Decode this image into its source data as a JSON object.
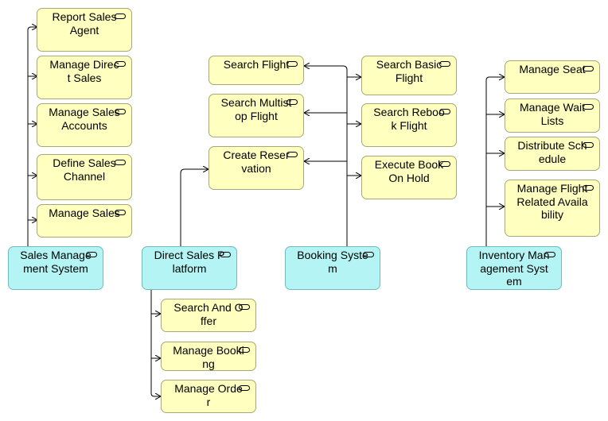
{
  "diagram": {
    "systems": [
      {
        "id": "sms",
        "label": "Sales Management System"
      },
      {
        "id": "dsp",
        "label": "Direct Sales Platform"
      },
      {
        "id": "bs",
        "label": "Booking System"
      },
      {
        "id": "ims",
        "label": "Inventory Management System"
      }
    ],
    "functions": [
      {
        "id": "rsa",
        "label": "Report Sales Agent"
      },
      {
        "id": "mds",
        "label": "Manage Direct Sales"
      },
      {
        "id": "msa",
        "label": "Manage Sales Accounts"
      },
      {
        "id": "dsc",
        "label": "Define Sales Channel"
      },
      {
        "id": "ms",
        "label": "Manage Sales"
      },
      {
        "id": "sf",
        "label": "Search Flight"
      },
      {
        "id": "smf",
        "label": "Search Multistop Flight"
      },
      {
        "id": "cr",
        "label": "Create Reservation"
      },
      {
        "id": "sbf",
        "label": "Search Basic Flight"
      },
      {
        "id": "srf",
        "label": "Search Rebook Flight"
      },
      {
        "id": "eboh",
        "label": "Execute Book On Hold"
      },
      {
        "id": "mse",
        "label": "Manage Seat"
      },
      {
        "id": "mwl",
        "label": "Manage Wait Lists"
      },
      {
        "id": "dsch",
        "label": "Distribute Schedule"
      },
      {
        "id": "mfra",
        "label": "Manage Flight Related Availability"
      },
      {
        "id": "sao",
        "label": "Search And Offer"
      },
      {
        "id": "mb",
        "label": "Manage Booking"
      },
      {
        "id": "mo",
        "label": "Manage Order"
      }
    ]
  }
}
